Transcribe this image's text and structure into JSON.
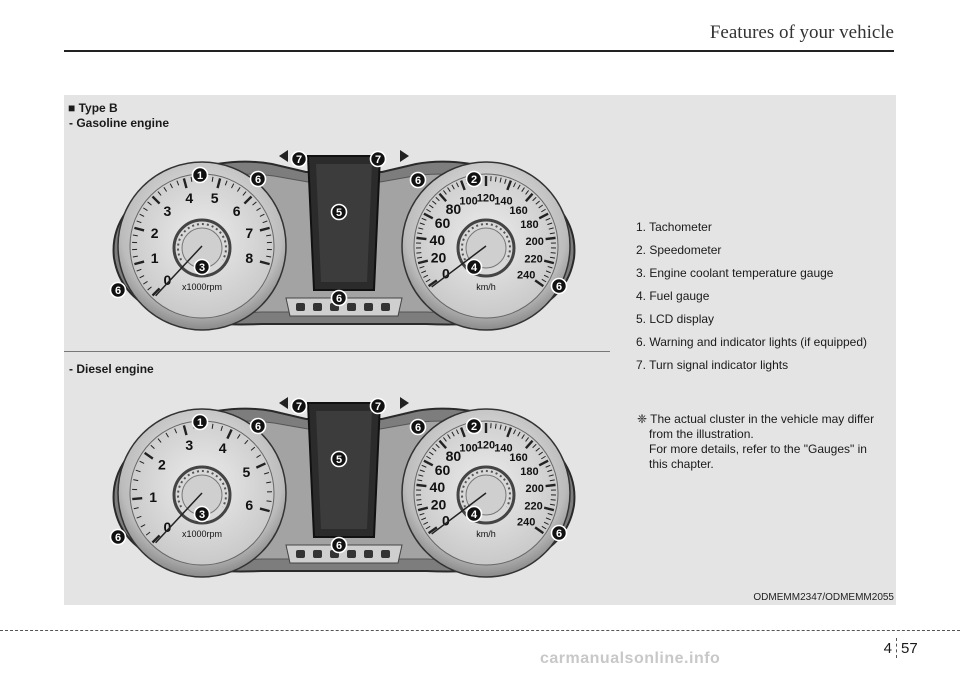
{
  "header": {
    "title": "Features of your vehicle"
  },
  "section": {
    "type_label": "■ Type B",
    "gasoline_label": "- Gasoline engine",
    "diesel_label": "- Diesel engine"
  },
  "legend": [
    "1. Tachometer",
    "2. Speedometer",
    "3. Engine coolant temperature gauge",
    "4. Fuel gauge",
    "5. LCD display",
    "6. Warning and indicator lights (if equipped)",
    "7. Turn signal indicator lights"
  ],
  "note": {
    "line1": "❈ The actual cluster in the vehicle may differ",
    "line2": "from the illustration.",
    "line3": "For more details, refer to the \"Gauges\" in",
    "line4": "this chapter."
  },
  "figure_code": "ODMEMM2347/ODMEMM2055",
  "clusters": [
    {
      "tach_ticks": [
        "0",
        "1",
        "2",
        "3",
        "4",
        "5",
        "6",
        "7",
        "8"
      ],
      "tach_unit": "x1000rpm",
      "speed_ticks": [
        "0",
        "20",
        "40",
        "60",
        "80",
        "100",
        "120",
        "140",
        "160",
        "180",
        "200",
        "220",
        "240"
      ],
      "speed_unit": "km/h"
    },
    {
      "tach_ticks": [
        "0",
        "1",
        "2",
        "3",
        "4",
        "5",
        "6"
      ],
      "tach_unit": "x1000rpm",
      "speed_ticks": [
        "0",
        "20",
        "40",
        "60",
        "80",
        "100",
        "120",
        "140",
        "160",
        "180",
        "200",
        "220",
        "240"
      ],
      "speed_unit": "km/h"
    }
  ],
  "callouts": [
    "1",
    "2",
    "3",
    "4",
    "5",
    "6",
    "7"
  ],
  "footer": {
    "chapter": "4",
    "page": "57",
    "watermark": "carmanualsonline.info"
  }
}
